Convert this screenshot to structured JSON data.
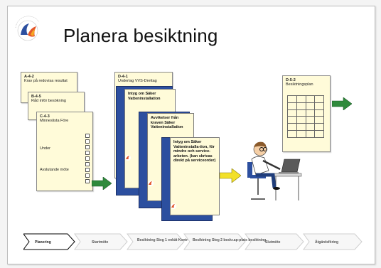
{
  "slide": {
    "title": "Planera besiktning"
  },
  "docs": [
    {
      "code": "A-4-2",
      "text": "Krav på redovisa resultat"
    },
    {
      "code": "B-4-5",
      "text": "Råd inför besökning"
    },
    {
      "code": "C-4-3",
      "text": "Minneslista Före",
      "under": "Under",
      "after": "Avslutande möte"
    }
  ],
  "vvs": {
    "code": "D-4-1",
    "text": "Underlag VVS-Drettag",
    "card1": "Intyg om Säker Vatteninstallation",
    "card2": "Avvikelser från kraven Säker Vatteninstallation",
    "card3": "Intyg om Säker Vatteninstalla-tion, för mindre och service-arbeten. (kan skrivas direkt på serviceorder)"
  },
  "plan": {
    "code": "D-5-2",
    "text": "Besiktningsplan"
  },
  "process": {
    "steps": [
      "Planering",
      "Startmöte",
      "Besiktning Steg 1 enkät Kontr",
      "Besiktning Steg 2 beskr.ap-plats besiktning",
      "Slutmöte",
      "Åtgärdsföring"
    ]
  },
  "colors": {
    "doc_fill": "#fffbd9",
    "blue": "#2c4f9f",
    "arrow_green": "#2f8a3c",
    "arrow_yellow": "#f2e02a"
  },
  "icons": [
    "logo-icon",
    "arrow-right-icon",
    "person-at-laptop-illustration"
  ]
}
